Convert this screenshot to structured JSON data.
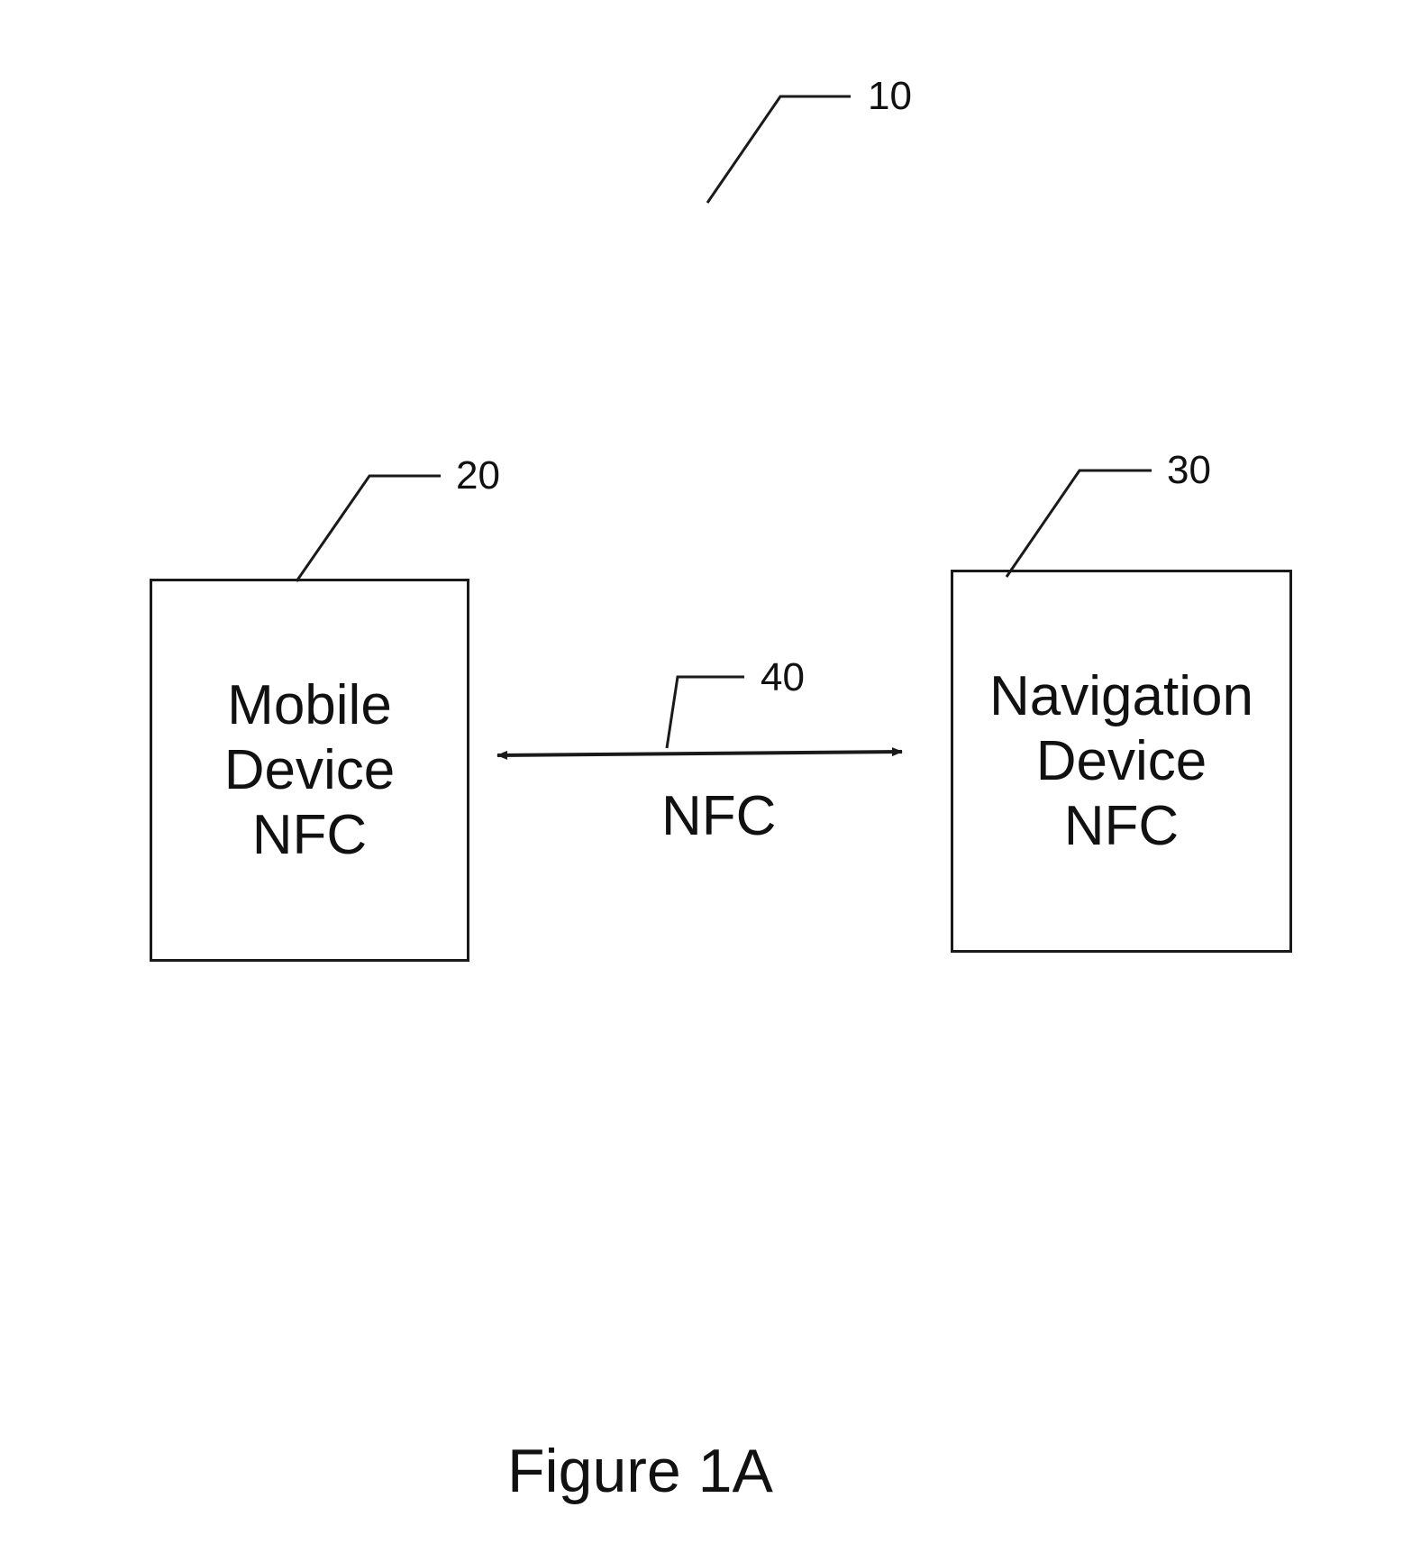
{
  "figure": {
    "caption": "Figure 1A",
    "system_ref": "10"
  },
  "mobile_device": {
    "ref": "20",
    "label_lines": [
      "Mobile",
      "Device",
      "NFC"
    ]
  },
  "navigation_device": {
    "ref": "30",
    "label_lines": [
      "Navigation",
      "Device",
      "NFC"
    ]
  },
  "nfc_link": {
    "ref": "40",
    "label": "NFC",
    "direction": "bidirectional"
  }
}
